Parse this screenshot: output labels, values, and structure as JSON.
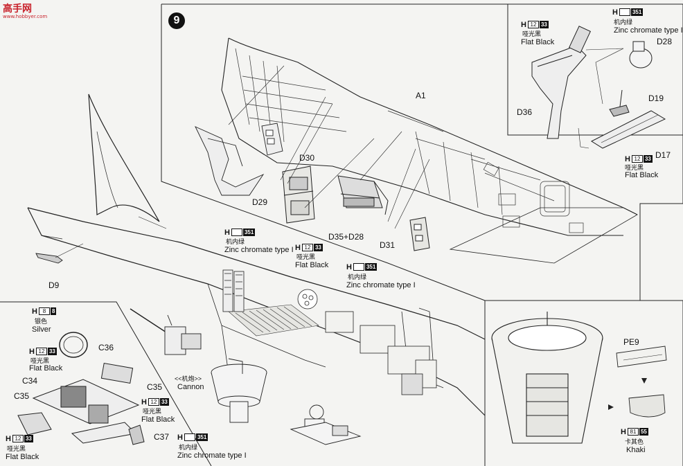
{
  "watermark": {
    "text": "高手网",
    "sub": "www.hobbyer.com"
  },
  "step": "9",
  "parts": {
    "a1": "A1",
    "d9": "D9",
    "d17": "D17",
    "d19": "D19",
    "d28": "D28",
    "d29": "D29",
    "d30": "D30",
    "d31": "D31",
    "d35d28": "D35+D28",
    "d36": "D36",
    "c34": "C34",
    "c35a": "C35",
    "c35b": "C35",
    "c36": "C36",
    "c37": "C37",
    "pe9": "PE9"
  },
  "cannon": {
    "cn": "<<机炮>>",
    "en": "Cannon"
  },
  "colors": {
    "zinc_top": {
      "h": "H",
      "num": "",
      "code": "351",
      "cn": "机内绿",
      "en": "Zinc chromate type I"
    },
    "black_top": {
      "h": "H",
      "num": "12",
      "code": "33",
      "cn": "哑光黑",
      "en": "Flat Black"
    },
    "black_d17": {
      "h": "H",
      "num": "12",
      "code": "33",
      "cn": "哑光黑",
      "en": "Flat Black"
    },
    "zinc_d29": {
      "h": "H",
      "num": "",
      "code": "351",
      "cn": "机内绿",
      "en": "Zinc chromate type I"
    },
    "black_d35": {
      "h": "H",
      "num": "12",
      "code": "33",
      "cn": "哑光黑",
      "en": "Flat Black"
    },
    "zinc_d31": {
      "h": "H",
      "num": "",
      "code": "351",
      "cn": "机内绿",
      "en": "Zinc chromate type I"
    },
    "silver": {
      "h": "H",
      "num": "8",
      "code": "8",
      "cn": "银色",
      "en": "Silver"
    },
    "black_c36": {
      "h": "H",
      "num": "12",
      "code": "33",
      "cn": "哑光黑",
      "en": "Flat Black"
    },
    "black_c35": {
      "h": "H",
      "num": "12",
      "code": "33",
      "cn": "哑光黑",
      "en": "Flat Black"
    },
    "black_c35b": {
      "h": "H",
      "num": "12",
      "code": "33",
      "cn": "哑光黑",
      "en": "Flat Black"
    },
    "zinc_bottom": {
      "h": "H",
      "num": "",
      "code": "351",
      "cn": "机内绿",
      "en": "Zinc chromate type I"
    },
    "khaki": {
      "h": "H",
      "num": "81",
      "code": "55",
      "cn": "卡其色",
      "en": "Khaki"
    }
  }
}
